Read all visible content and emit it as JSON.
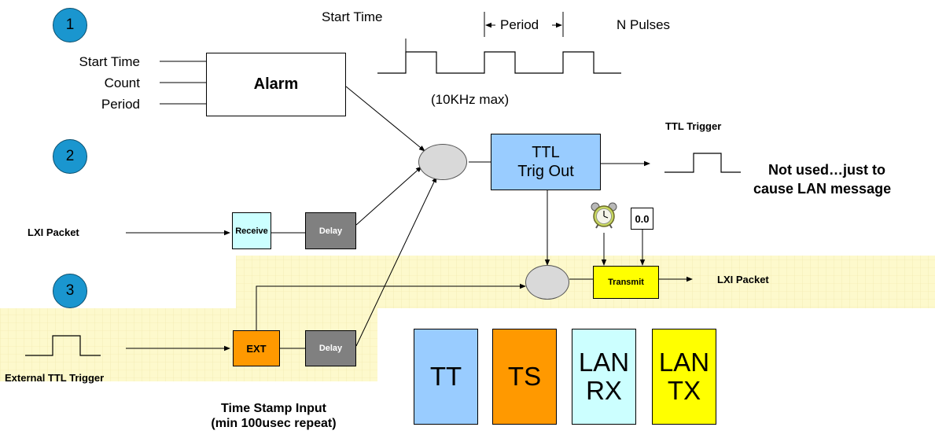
{
  "steps": [
    "1",
    "2",
    "3"
  ],
  "alarm": {
    "inputs": [
      "Start Time",
      "Count",
      "Period"
    ],
    "label": "Alarm"
  },
  "pulse_train": {
    "start_time": "Start Time",
    "period": "Period",
    "n_pulses": "N Pulses",
    "max_rate": "(10KHz max)"
  },
  "ttl_out": {
    "label_line1": "TTL",
    "label_line2": "Trig Out"
  },
  "ttl_trigger_label": "TTL Trigger",
  "note": {
    "line1": "Not used…just to",
    "line2": "cause LAN message"
  },
  "lxi_in": {
    "source": "LXI Packet",
    "receive": "Receive",
    "delay": "Delay"
  },
  "ext_path": {
    "source": "External TTL Trigger",
    "ext": "EXT",
    "delay": "Delay"
  },
  "transmit": {
    "label": "Transmit",
    "timestamp": "0.0",
    "clock_icon": "alarm-clock-icon",
    "output": "LXI Packet"
  },
  "time_stamp": {
    "line1": "Time Stamp Input",
    "line2": "(min 100usec repeat)"
  },
  "legend": [
    {
      "label": "TT",
      "color": "#99ccff"
    },
    {
      "label": "TS",
      "color": "#ff9900"
    },
    {
      "label": "LAN\nRX",
      "color": "#ccffff"
    },
    {
      "label": "LAN\nTX",
      "color": "#ffff00"
    }
  ],
  "colors": {
    "step_circle": "#1a96cf",
    "ttl_out": "#99ccff",
    "receive": "#ccffff",
    "delay": "#808080",
    "ext": "#ff9900",
    "transmit": "#ffff00",
    "highlight_band": "#fcf8c8",
    "junction": "#d9d9d9"
  }
}
